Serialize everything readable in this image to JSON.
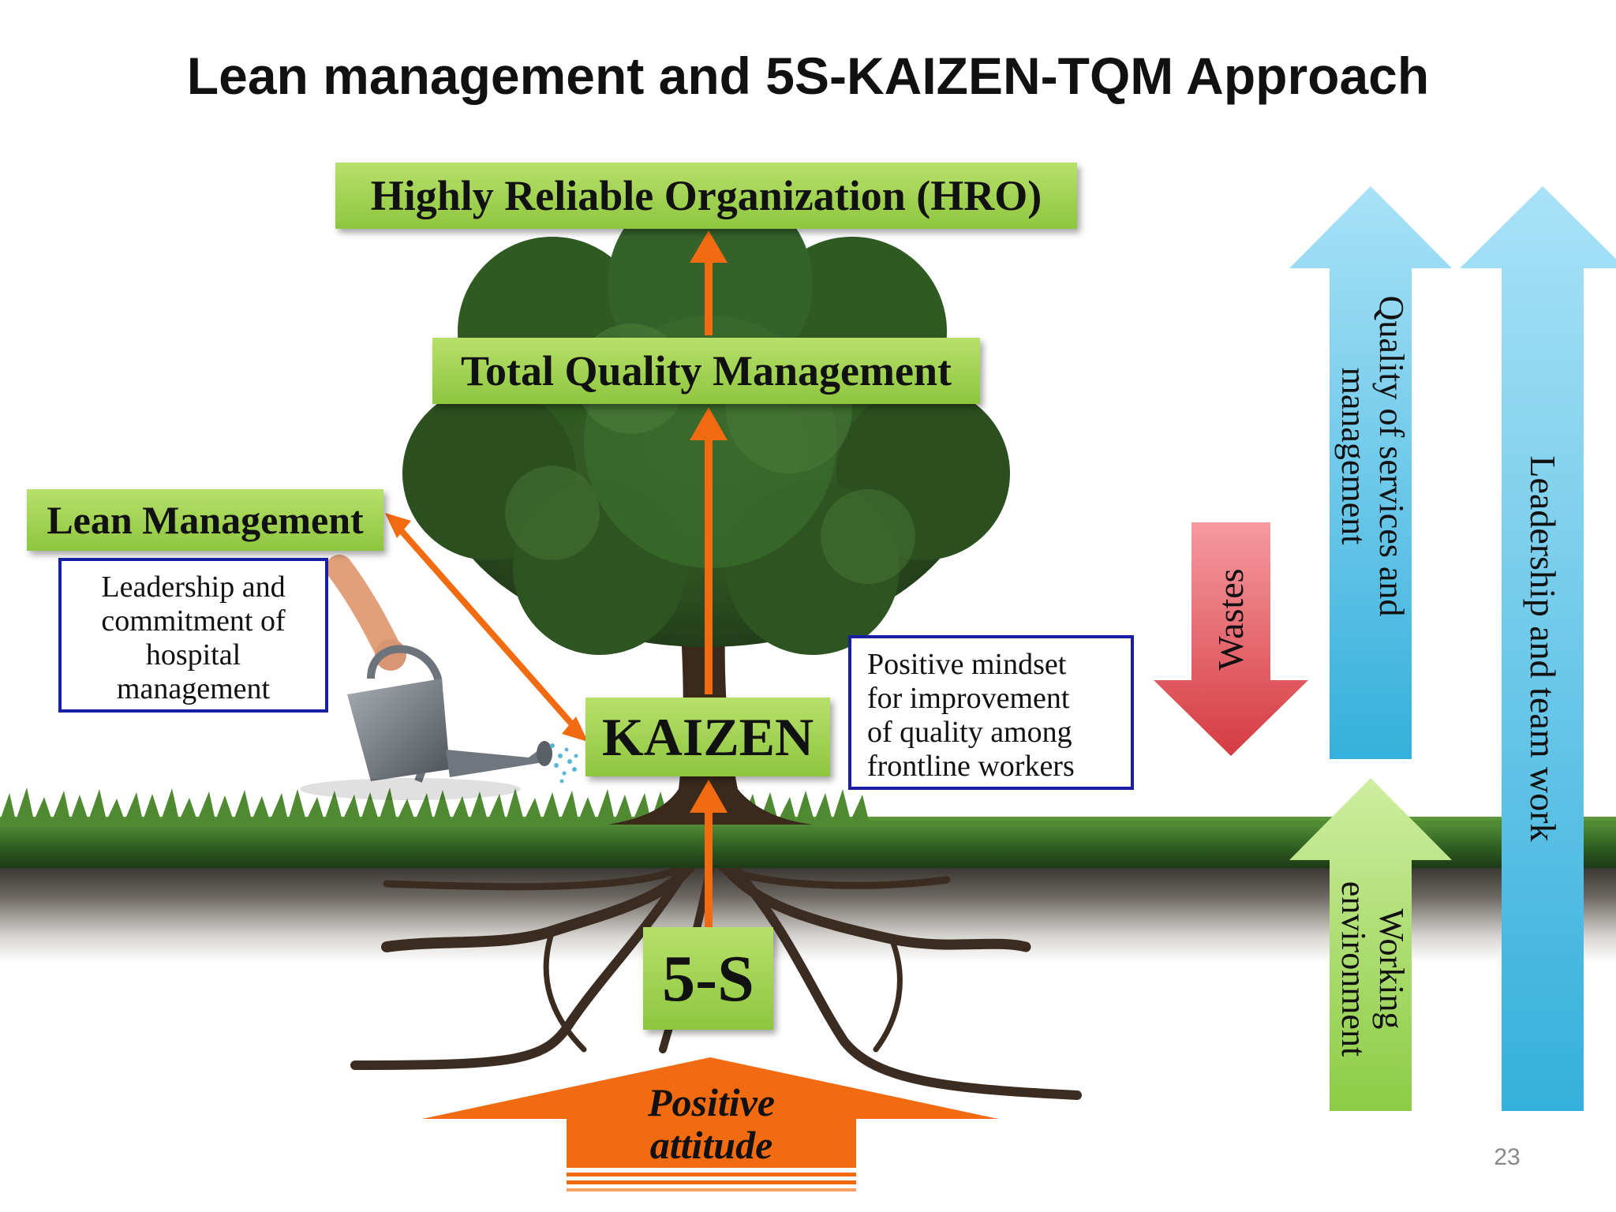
{
  "title": "Lean management and 5S-KAIZEN-TQM Approach",
  "boxes": {
    "hro": "Highly Reliable Organization (HRO)",
    "tqm": "Total Quality Management",
    "lean": "Lean Management",
    "kaizen": "KAIZEN",
    "five_s": "5-S"
  },
  "notes": {
    "leadership_lines": [
      "Leadership and",
      "commitment of",
      "hospital",
      "management"
    ],
    "mindset_lines": [
      "Positive mindset",
      "for improvement",
      "of quality among",
      "frontline workers"
    ]
  },
  "base_arrow": {
    "line1": "Positive",
    "line2": "attitude"
  },
  "side_arrows": {
    "wastes": "Wastes",
    "quality_line1": "Quality of services and",
    "quality_line2": "management",
    "working_line1": "Working",
    "working_line2": "environment",
    "leadership": "Leadership and team work"
  },
  "page_number": "23",
  "colors": {
    "box_green": "#9bd04a",
    "arrow_orange": "#f26b10",
    "note_border": "#1620a0",
    "arrow_blue": "#4bbde6",
    "arrow_red": "#e0474c",
    "arrow_green": "#a6d860"
  }
}
